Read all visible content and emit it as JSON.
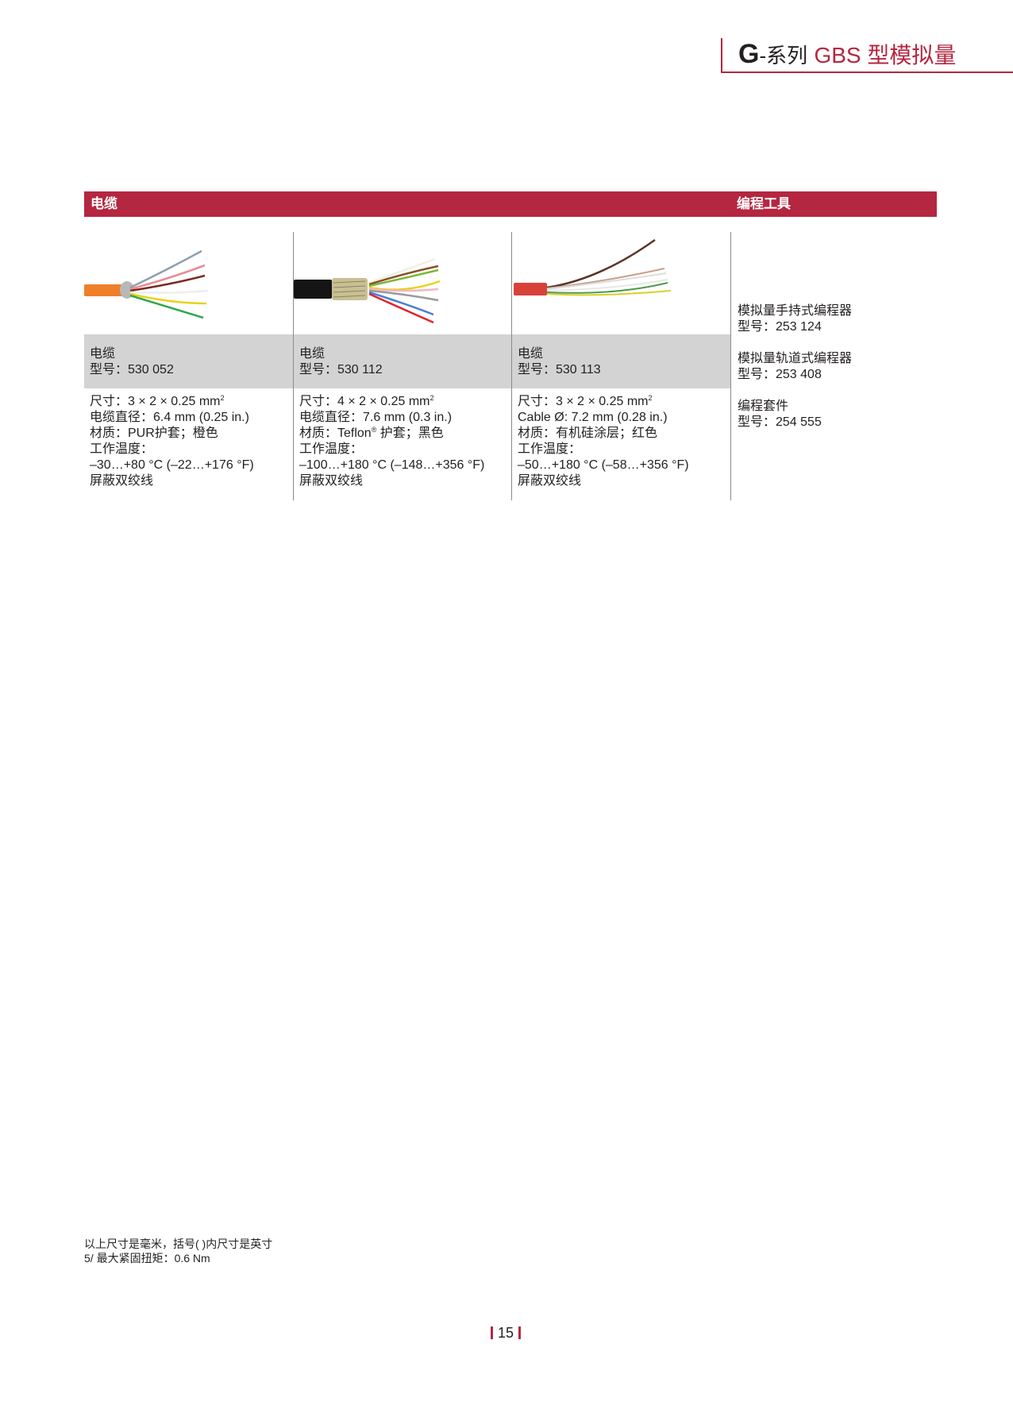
{
  "header": {
    "prefix": "G",
    "series": "-系列",
    "title_red": "GBS 型模拟量",
    "accent_color": "#b52640"
  },
  "section_bar": {
    "left_label": "电缆",
    "right_label": "编程工具"
  },
  "cables": [
    {
      "image": "orange-shielded-cable-icon",
      "name": "电缆",
      "model": "型号：530 052",
      "specs": {
        "size_prefix": "尺寸：3 × 2 × 0.25 mm",
        "size_sup": "2",
        "diameter": "电缆直径：6.4 mm (0.25 in.)",
        "material": "材质：PUR护套；橙色",
        "temp_label": "工作温度：",
        "temp_range": "–30…+80 °C (–22…+176 °F)",
        "type": "屏蔽双绞线"
      }
    },
    {
      "image": "black-teflon-shielded-cable-icon",
      "name": "电缆",
      "model": "型号：530 112",
      "specs": {
        "size_prefix": "尺寸：4 × 2 × 0.25 mm",
        "size_sup": "2",
        "diameter": "电缆直径：7.6 mm (0.3 in.)",
        "material_pre": "材质：Teflon",
        "material_sup": "®",
        "material_post": " 护套；黑色",
        "temp_label": "工作温度：",
        "temp_range": "–100…+180 °C (–148…+356 °F)",
        "type": "屏蔽双绞线"
      }
    },
    {
      "image": "red-silicone-cable-icon",
      "name": "电缆",
      "model": "型号：530 113",
      "specs": {
        "size_prefix": "尺寸：3 × 2 × 0.25 mm",
        "size_sup": "2",
        "diameter": "Cable Ø: 7.2 mm (0.28 in.)",
        "material": "材质：有机硅涂层；红色",
        "temp_label": "工作温度：",
        "temp_range": "–50…+180 °C (–58…+356 °F)",
        "type": "屏蔽双绞线"
      }
    }
  ],
  "tools": [
    {
      "name": "模拟量手持式编程器",
      "model": "型号：253 124"
    },
    {
      "name": "模拟量轨道式编程器",
      "model": "型号：253 408"
    },
    {
      "name": "编程套件",
      "model": "型号：254 555"
    }
  ],
  "footnote": {
    "line1": "以上尺寸是毫米，括号( )内尺寸是英寸",
    "line2": "5/ 最大紧固扭矩：0.6 Nm"
  },
  "page_number": "15"
}
